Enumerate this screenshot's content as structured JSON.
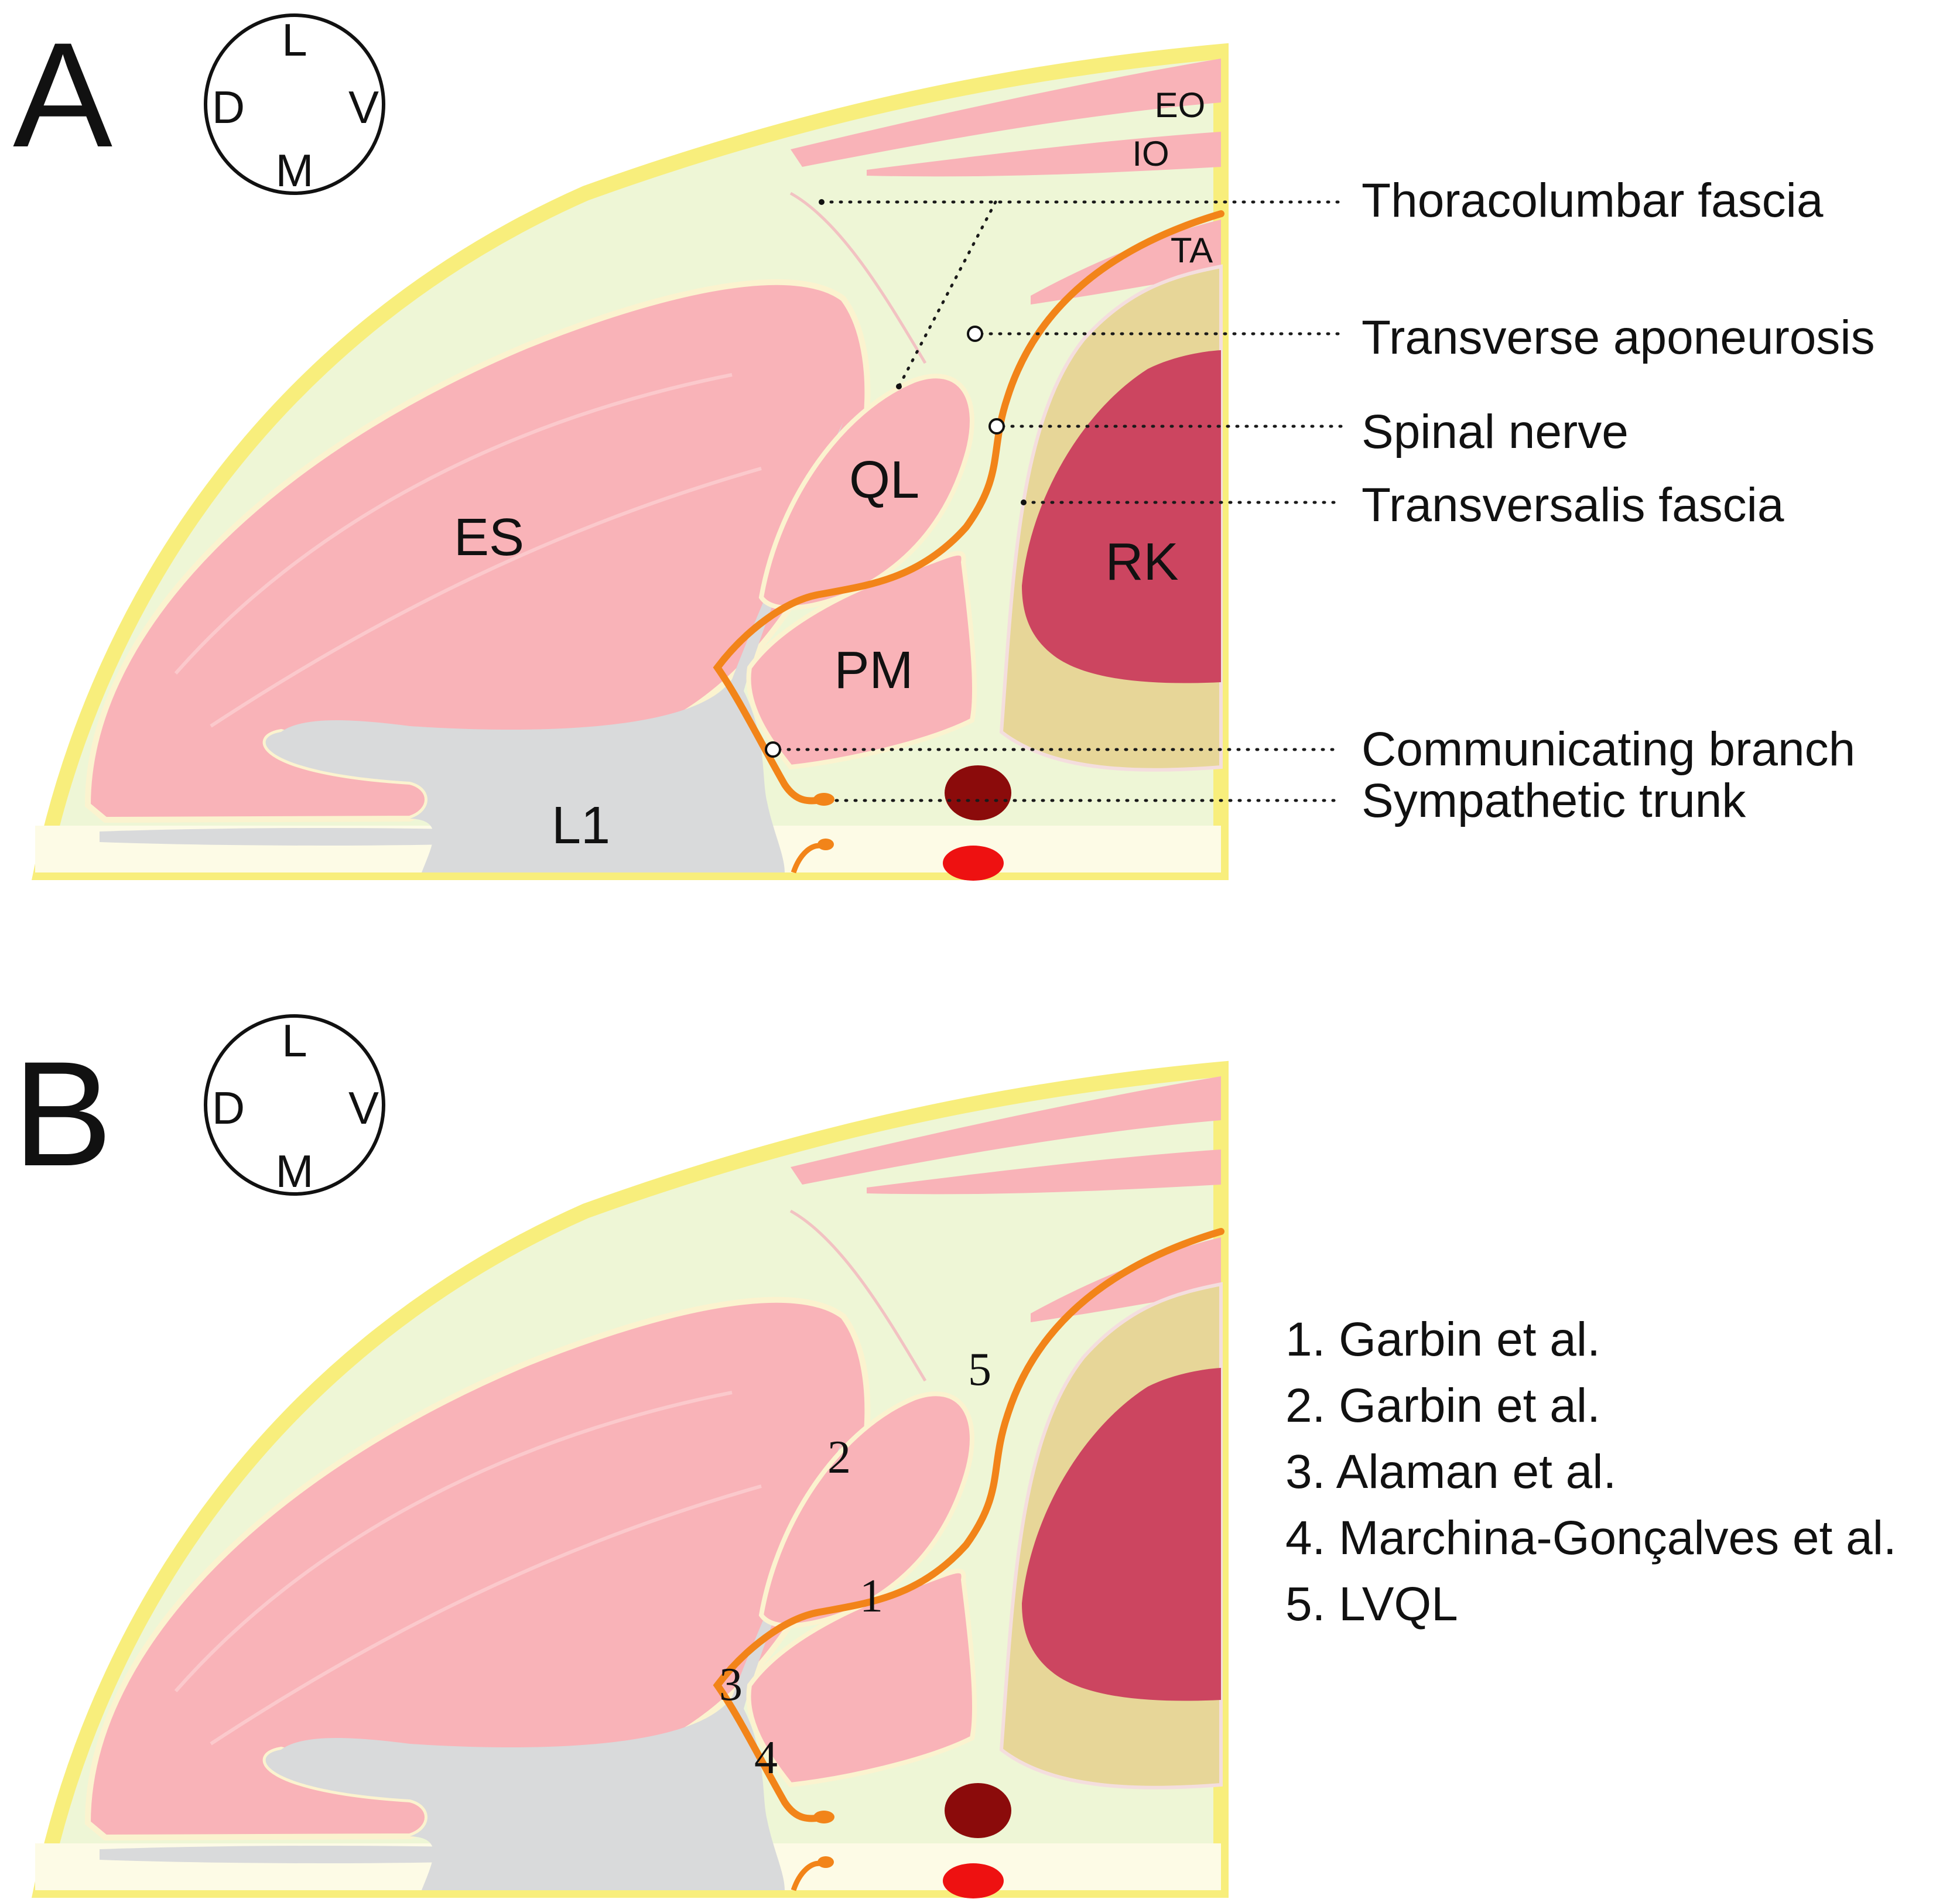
{
  "panels": [
    {
      "letter": "A",
      "orientation": {
        "top": "L",
        "left": "D",
        "right": "V",
        "bottom": "M"
      },
      "structures": {
        "es": "ES",
        "ql": "QL",
        "pm": "PM",
        "rk": "RK",
        "l1": "L1",
        "eo": "EO",
        "io": "IO",
        "ta": "TA"
      },
      "callouts": [
        "Thoracolumbar fascia",
        "Transverse aponeurosis",
        "Spinal nerve",
        "Transversalis fascia",
        "Communicating branch",
        "Sympathetic trunk"
      ]
    },
    {
      "letter": "B",
      "orientation": {
        "top": "L",
        "left": "D",
        "right": "V",
        "bottom": "M"
      },
      "markers": [
        "1",
        "2",
        "3",
        "4",
        "5"
      ],
      "legend": [
        "1. Garbin et al.",
        "2. Garbin et al.",
        "3. Alaman et al.",
        "4. Marchina-Gonçalves et al.",
        "5. LVQL"
      ]
    }
  ],
  "colors": {
    "skin": "#f8ee7c",
    "fat": "#eef6d6",
    "muscle": "#f9b3b8",
    "bone": "#d9dadb",
    "kidney": "#cc4560",
    "perirenal": "#e7d698",
    "nerve": "#f28419",
    "aorta": "#8b0b0b",
    "vena": "#ee1111"
  }
}
